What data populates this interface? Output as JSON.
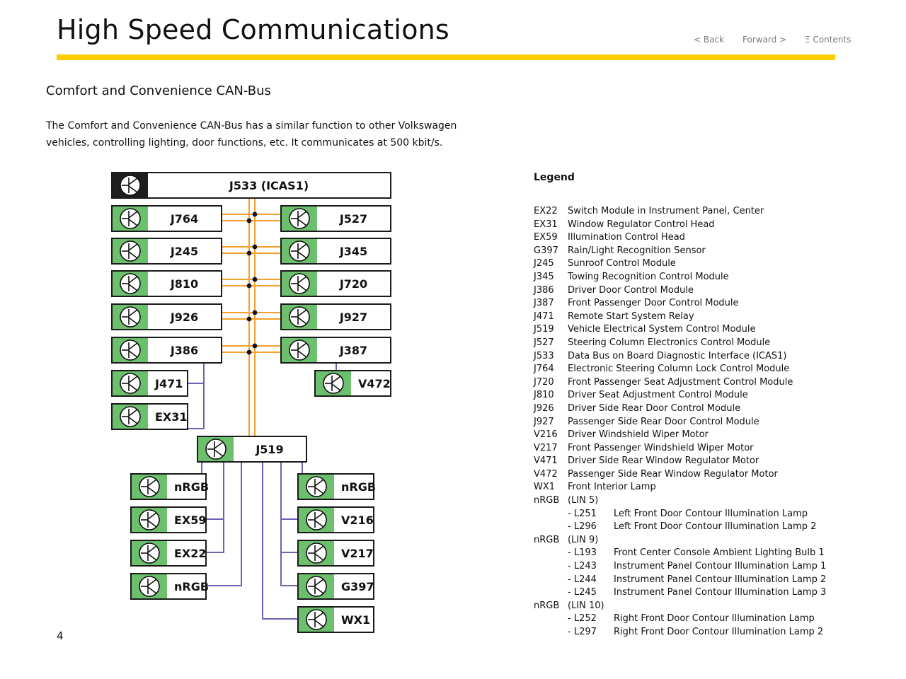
{
  "header": {
    "title": "High Speed Communications",
    "nav": {
      "back": "< Back",
      "forward": "Forward >",
      "contents": "Ξ Contents"
    }
  },
  "section_title": "Comfort and Convenience CAN-Bus",
  "intro_text": "The Comfort and Convenience CAN-Bus has a similar function to other Volkswagen vehicles, controlling lighting, door functions, etc.  It communicates at 500 kbit/s.",
  "page_number": "4",
  "colors": {
    "accent_yellow": "#ffcc00",
    "module_green": "#6cbf6c",
    "gateway_dark": "#1e1e1e",
    "can_bus_orange": "#f5a02a",
    "lin_bus_purple": "#6a64b4"
  },
  "diagram": {
    "icon": "transistor-icon",
    "gateway": {
      "id": "J533",
      "label": "J533 (ICAS1)"
    },
    "can_left": [
      "J764",
      "J245",
      "J810",
      "J926",
      "J386"
    ],
    "can_right": [
      "J527",
      "J345",
      "J720",
      "J927",
      "J387"
    ],
    "lin_j386": [
      "J471",
      "EX31"
    ],
    "lin_j387": [
      "V472"
    ],
    "hub": "J519",
    "lin_j519_left": [
      "nRGB",
      "EX59",
      "EX22",
      "nRGB"
    ],
    "lin_j519_right": [
      "nRGB",
      "V216",
      "V217",
      "G397",
      "WX1"
    ]
  },
  "legend": {
    "title": "Legend",
    "items": [
      {
        "code": "EX22",
        "desc": "Switch Module in Instrument Panel, Center"
      },
      {
        "code": "EX31",
        "desc": "Window Regulator Control Head"
      },
      {
        "code": "EX59",
        "desc": "Illumination Control Head"
      },
      {
        "code": "G397",
        "desc": "Rain/Light Recognition Sensor"
      },
      {
        "code": "J245",
        "desc": "Sunroof Control Module"
      },
      {
        "code": "J345",
        "desc": "Towing Recognition Control Module"
      },
      {
        "code": "J386",
        "desc": "Driver Door Control Module"
      },
      {
        "code": "J387",
        "desc": "Front Passenger Door Control Module"
      },
      {
        "code": "J471",
        "desc": "Remote Start System Relay"
      },
      {
        "code": "J519",
        "desc": "Vehicle Electrical System Control Module"
      },
      {
        "code": "J527",
        "desc": "Steering Column Electronics Control Module"
      },
      {
        "code": "J533",
        "desc": "Data Bus on Board Diagnostic Interface (ICAS1)"
      },
      {
        "code": "J764",
        "desc": "Electronic Steering Column Lock Control Module"
      },
      {
        "code": "J720",
        "desc": "Front Passenger Seat Adjustment Control Module"
      },
      {
        "code": "J810",
        "desc": "Driver Seat Adjustment Control Module"
      },
      {
        "code": "J926",
        "desc": "Driver Side Rear Door Control Module"
      },
      {
        "code": "J927",
        "desc": "Passenger Side Rear Door Control Module"
      },
      {
        "code": "V216",
        "desc": "Driver Windshield Wiper Motor"
      },
      {
        "code": "V217",
        "desc": "Front Passenger Windshield Wiper Motor"
      },
      {
        "code": "V471",
        "desc": "Driver Side Rear Window Regulator Motor"
      },
      {
        "code": "V472",
        "desc": "Passenger Side Rear Window Regulator Motor"
      },
      {
        "code": "WX1",
        "desc": "Front Interior Lamp"
      }
    ],
    "groups": [
      {
        "code": "nRGB",
        "desc": "(LIN 5)",
        "subs": [
          {
            "code": "- L251",
            "desc": "Left Front Door Contour Illumination Lamp"
          },
          {
            "code": "- L296",
            "desc": "Left Front Door Contour Illumination Lamp 2"
          }
        ]
      },
      {
        "code": "nRGB",
        "desc": "(LIN 9)",
        "subs": [
          {
            "code": "- L193",
            "desc": "Front Center Console Ambient Lighting Bulb 1"
          },
          {
            "code": "- L243",
            "desc": "Instrument Panel Contour Illumination Lamp 1"
          },
          {
            "code": "- L244",
            "desc": "Instrument Panel Contour Illumination Lamp 2"
          },
          {
            "code": "- L245",
            "desc": "Instrument Panel Contour Illumination Lamp 3"
          }
        ]
      },
      {
        "code": "nRGB",
        "desc": "(LIN 10)",
        "subs": [
          {
            "code": "- L252",
            "desc": "Right Front Door Contour Illumination Lamp"
          },
          {
            "code": "- L297",
            "desc": "Right Front Door Contour Illumination Lamp 2"
          }
        ]
      }
    ]
  }
}
